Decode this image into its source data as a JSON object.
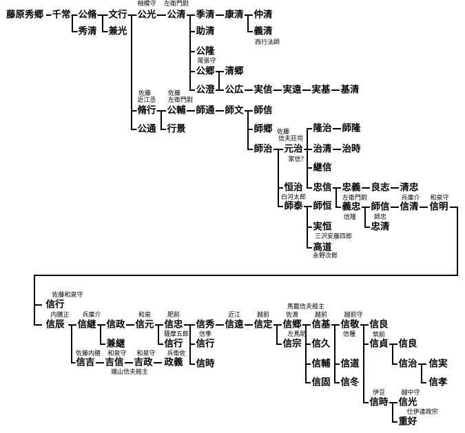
{
  "people": {
    "hidesato": "藤原秀郷",
    "chitsune": "千常",
    "kinsuke": "公脩",
    "bunko": "文行",
    "kinmitsu": "公光",
    "kinkiyo": "公清",
    "suekiyo": "季清",
    "yasukiyo": "康清",
    "nakakiyo": "仲清",
    "norikiyo": "義清",
    "sukekiyo": "助清",
    "kintaka": "公隆",
    "kinsato": "公郷",
    "kiyosato": "清郷",
    "kinsumi": "公澄",
    "kinhiro": "公広",
    "sanenobu": "実信",
    "sanetoo": "実遠",
    "sanemoto": "実基",
    "motokiyo": "基清",
    "hidekiyo": "秀清",
    "kanemitsu": "兼光",
    "sukeyuki": "脩行",
    "kinsuke2": "公輔",
    "morimichi": "師通",
    "morifumi": "師文",
    "moronobu": "師信",
    "morosato": "師郷",
    "moroharu": "師治",
    "motoharu": "元治",
    "takaharu": "隆治",
    "morotaka": "師隆",
    "harukiyo": "治清",
    "harutoki": "治時",
    "tsugunobu": "継信",
    "tadanobu": "忠信",
    "tadayoshi": "忠義",
    "yoshiyuki": "良志",
    "kiyotada": "清忠",
    "tsuneharu": "恒治",
    "yoshitada": "義忠",
    "moronobu2": "師信",
    "nobukiyo": "信清",
    "nobuaki": "信明",
    "tadakiyo": "忠清",
    "moroyasu": "師泰",
    "morotsune": "師恒",
    "sanetsune": "実恒",
    "takamichi": "高道",
    "kinmichi": "公通",
    "yukikage": "行景",
    "nobuyuki": "信行",
    "nobutoki": "信辰",
    "nobutsugu": "信継",
    "nobumasa": "信政",
    "nobumoto": "信元",
    "nobutada": "信忠",
    "nobuhide": "信秀",
    "nobutoo": "信遠",
    "nobusada": "信定",
    "nobusato": "信郷",
    "nobumoto2": "信基",
    "nobutaka": "信敬",
    "nobuyoshi": "信良",
    "kanetsugu": "兼継",
    "nobuyuki2": "信行",
    "nobuyuki3": "信行",
    "nobutoki2": "信時",
    "nobumune": "信宗",
    "nobuhisa": "信久",
    "nobusuke": "信輔",
    "nobukata": "信固",
    "nobumichi": "信道",
    "nobufuyu": "信冬",
    "nobusada2": "信貞",
    "nobuyoshi2": "信良",
    "nobuharu": "信治",
    "nobuzane": "信実",
    "nobutaka2": "信孝",
    "nobutoki3": "信時",
    "nobumitsu": "信光",
    "shigeyoshi": "重好",
    "nobuyoshi3": "信吉",
    "yoshinobu": "吉信",
    "yoshimasa": "吉政",
    "masayoshi": "政義"
  },
  "notes": {
    "sagami": "相模守",
    "saemon1": "左衛門尉",
    "saigyo": "西行法師",
    "owari": "尾張守",
    "sato1": "佐藤",
    "omi": "近江丞",
    "sato2": "佐藤",
    "saemon2": "左衛門尉",
    "sato3": "佐藤",
    "shinobu": "信夫荘司",
    "kashin": "家信？",
    "shirakawa": "白河太郎",
    "saemon3": "左衛門尉",
    "nobutaka_n": "信隆",
    "hyogo1": "兵庫介",
    "izumi1": "和泉守",
    "morotada": "師忠",
    "misawa": "三沢安藤四郎",
    "naganoji": "永野次郎",
    "sato_izumi": "佐藤和泉守",
    "naizen": "内膳正",
    "hyogo2": "兵庫介",
    "izumi2": "和泉",
    "hizen": "肥前",
    "satsuma": "薩摩五郎",
    "nobusue": "信季",
    "omi2": "近江",
    "echizen1": "越前",
    "umakago": "馬籠信夫館主",
    "sado": "佐渡",
    "echizen2": "越前",
    "echizen_kami": "越前守",
    "nobutane": "信種",
    "sama": "左馬助",
    "chikuzen": "筑前",
    "sato_naizen": "佐藤内膳",
    "izumi3": "和泉守",
    "izumi4": "和泉守",
    "hyoesuke": "兵衛佐",
    "hashiyama": "端山信夫館主",
    "izu": "伊豆",
    "etchu": "越中守",
    "date": "仕伊達政宗"
  }
}
